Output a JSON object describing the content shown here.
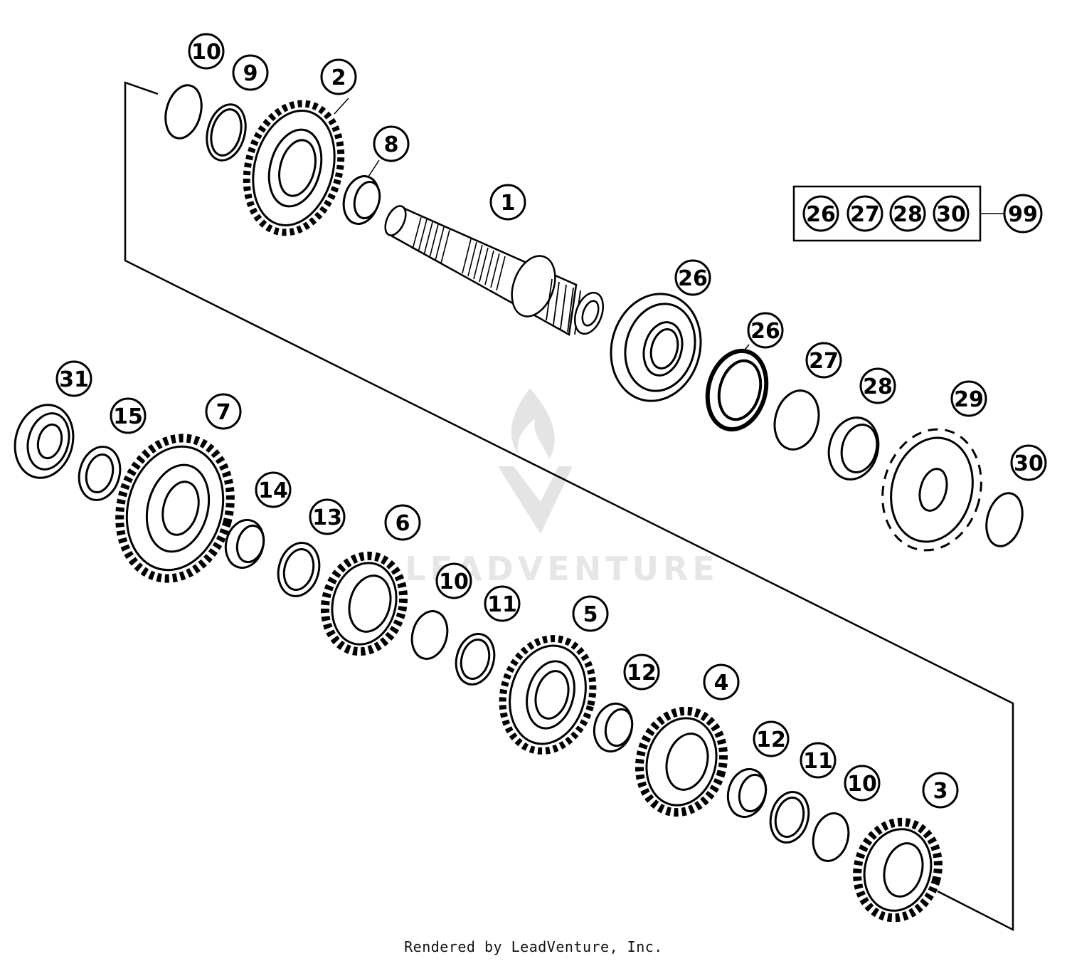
{
  "callouts": {
    "c10a": "10",
    "c9": "9",
    "c2": "2",
    "c8": "8",
    "c1": "1",
    "c26a": "26",
    "c26b": "26",
    "c27": "27",
    "c28": "28",
    "c29": "29",
    "c30": "30",
    "c31": "31",
    "c15": "15",
    "c7": "7",
    "c14": "14",
    "c13": "13",
    "c6": "6",
    "c10b": "10",
    "c11a": "11",
    "c5": "5",
    "c12a": "12",
    "c4": "4",
    "c12b": "12",
    "c11b": "11",
    "c10c": "10",
    "c3": "3"
  },
  "kit": {
    "parts": [
      "26",
      "27",
      "28",
      "30"
    ],
    "number": "99"
  },
  "watermark": "LEADVENTURE",
  "footer": {
    "credit": "Rendered by LeadVenture, Inc."
  },
  "colors": {
    "ink": "#000000",
    "watermark": "#e4e4e4"
  }
}
